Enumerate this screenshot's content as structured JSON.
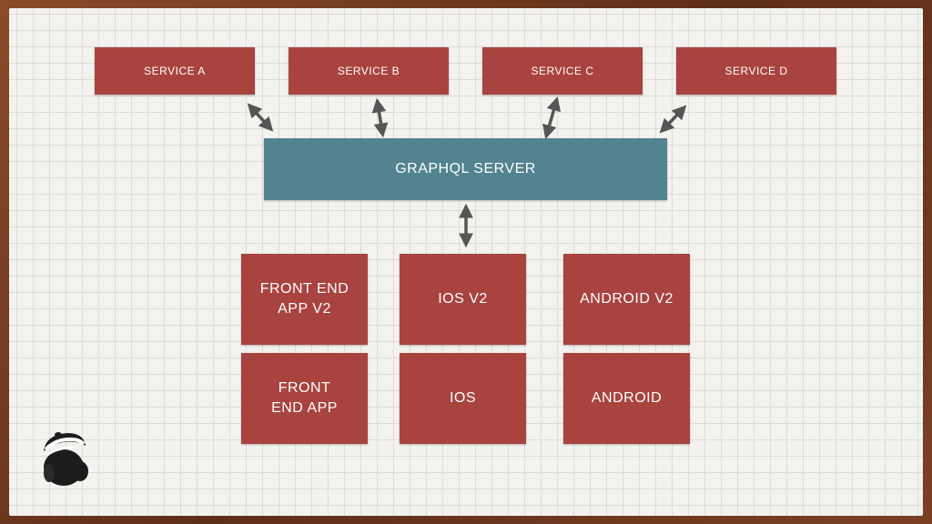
{
  "services": [
    {
      "label": "SERVICE A"
    },
    {
      "label": "SERVICE B"
    },
    {
      "label": "SERVICE C"
    },
    {
      "label": "SERVICE D"
    }
  ],
  "server": {
    "label": "GRAPHQL SERVER"
  },
  "clients": {
    "frontend_v2": "FRONT END APP V2",
    "ios_v2": "IOS V2",
    "android_v2": "ANDROID V2",
    "frontend": "FRONT END APP",
    "ios": "IOS",
    "android": "ANDROID"
  },
  "colors": {
    "box_red": "#a8433f",
    "server_teal": "#52838e",
    "arrow_gray": "#555555",
    "background": "#f3f2ef"
  },
  "logo": {
    "icon": "badger-mascot-icon"
  }
}
